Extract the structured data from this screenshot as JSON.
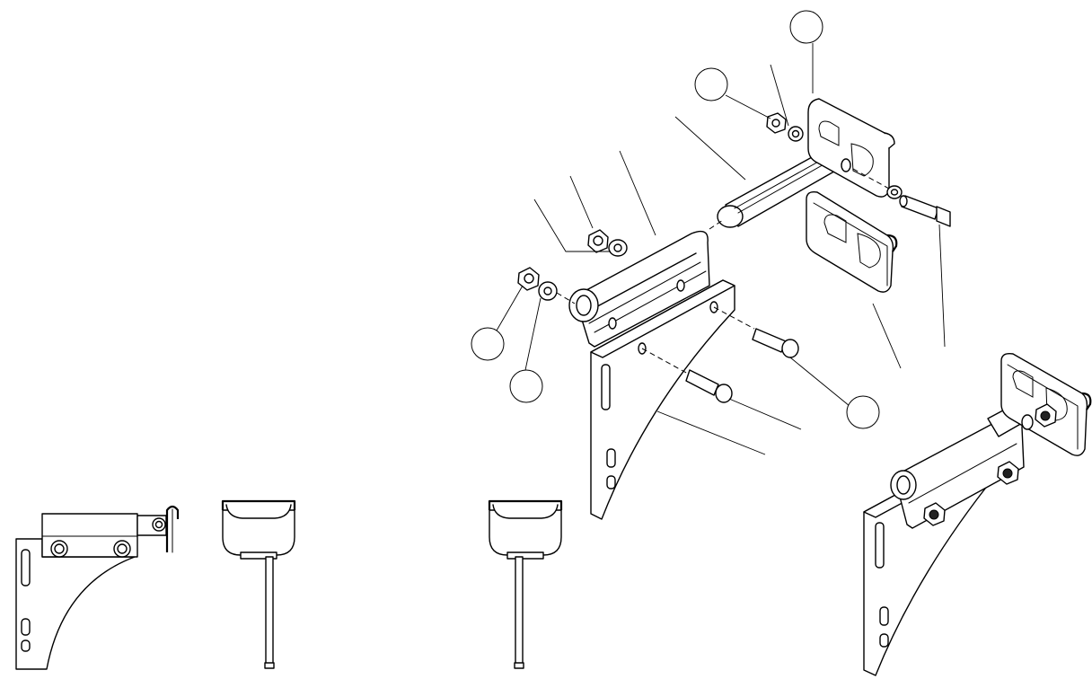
{
  "drawing": {
    "description_visible_text": "",
    "balloons": [
      {
        "id": "balloon-1",
        "label": ""
      },
      {
        "id": "balloon-2",
        "label": ""
      },
      {
        "id": "balloon-3",
        "label": ""
      },
      {
        "id": "balloon-4",
        "label": ""
      },
      {
        "id": "balloon-5",
        "label": ""
      }
    ]
  },
  "colors": {
    "line": "#000000",
    "background": "#ffffff",
    "shade": "#d9d9d9"
  }
}
